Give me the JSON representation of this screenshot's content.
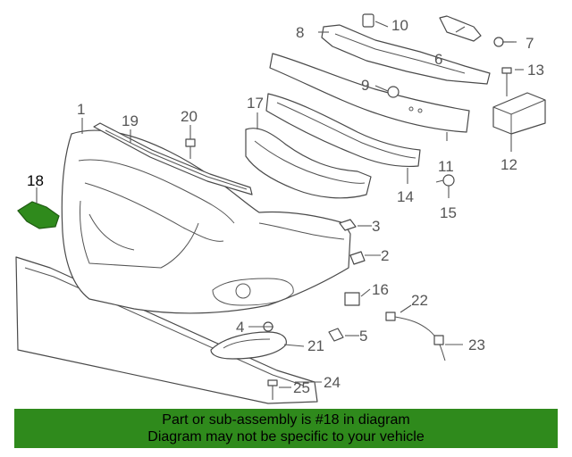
{
  "diagram": {
    "callouts": {
      "c1": "1",
      "c2": "2",
      "c3": "3",
      "c4": "4",
      "c5": "5",
      "c6": "6",
      "c7": "7",
      "c8": "8",
      "c9": "9",
      "c10": "10",
      "c11": "11",
      "c12": "12",
      "c13": "13",
      "c14": "14",
      "c15": "15",
      "c16": "16",
      "c17": "17",
      "c18": "18",
      "c19": "19",
      "c20": "20",
      "c21": "21",
      "c22": "22",
      "c23": "23",
      "c24": "24",
      "c25": "25"
    },
    "highlight_color": "#2f8a1c"
  },
  "banner": {
    "line1": "Part or sub-assembly is #18 in diagram",
    "line2": "Diagram may not be specific to your vehicle",
    "background": "#2f8a1c"
  }
}
